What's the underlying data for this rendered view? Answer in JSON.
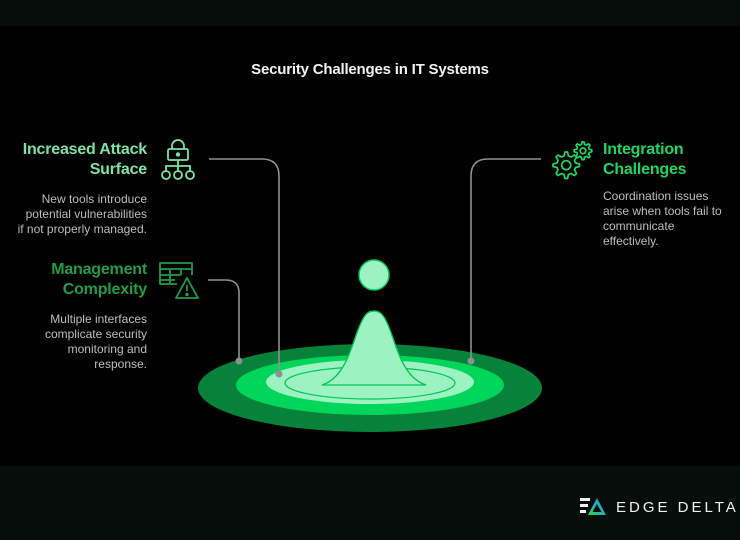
{
  "title": "Security Challenges in IT Systems",
  "colors": {
    "background": "#000000",
    "band": "#070d0a",
    "heading_light": "#7be3a6",
    "heading_dark": "#1f9d48",
    "heading_bright": "#1fd660",
    "ring_outer": "#06823a",
    "ring_middle": "#00d65a",
    "ring_inner": "#9df2c2",
    "connector": "#8f8f8f"
  },
  "items": [
    {
      "id": "increased-attack-surface",
      "heading_line1": "Increased Attack",
      "heading_line2": "Surface",
      "description_lines": [
        "New tools introduce",
        "potential vulnerabilities",
        "if not properly managed."
      ],
      "icon": "lock-network-icon"
    },
    {
      "id": "management-complexity",
      "heading_line1": "Management",
      "heading_line2": "Complexity",
      "description_lines": [
        "Multiple interfaces",
        "complicate security",
        "monitoring and",
        "response."
      ],
      "icon": "table-warning-icon"
    },
    {
      "id": "integration-challenges",
      "heading_line1": "Integration",
      "heading_line2": "Challenges",
      "description_lines": [
        "Coordination issues",
        "arise when tools fail to",
        "communicate",
        "effectively."
      ],
      "icon": "gears-icon"
    }
  ],
  "brand": {
    "name": "EDGE DELTA",
    "icon": "edge-delta-logo-icon"
  }
}
